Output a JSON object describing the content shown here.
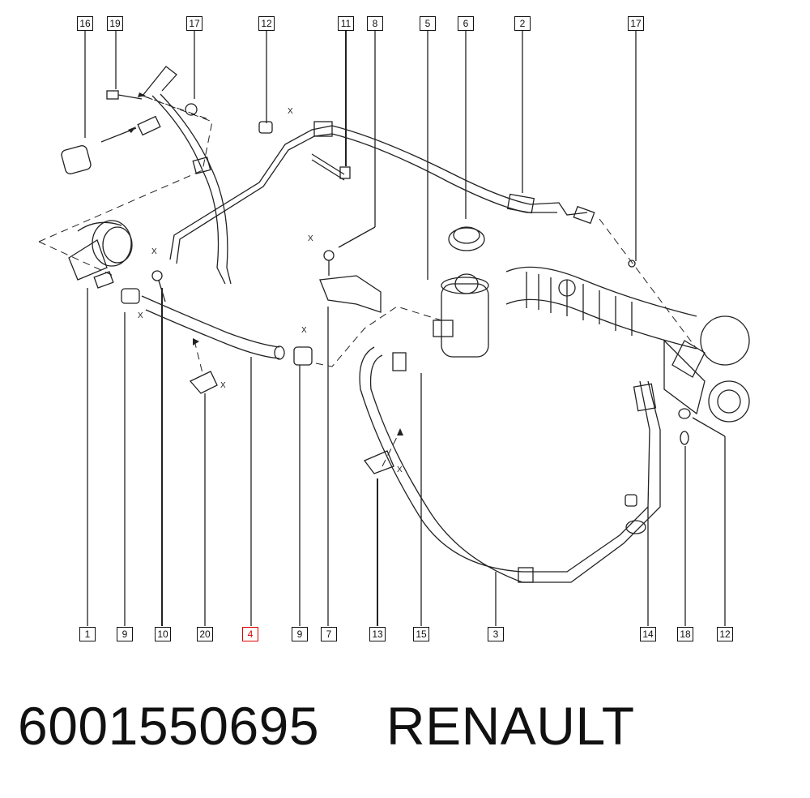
{
  "top_callouts": [
    "16",
    "19",
    "17",
    "12",
    "11",
    "8",
    "5",
    "6",
    "2",
    "17"
  ],
  "bottom_callouts": [
    "1",
    "9",
    "10",
    "20",
    "4",
    "9",
    "7",
    "13",
    "15",
    "3",
    "14",
    "18",
    "12"
  ],
  "highlighted_callout": "4",
  "x_marker": "X",
  "footer": {
    "part_number": "6001550695",
    "brand": "RENAULT"
  },
  "colors": {
    "line": "#222222",
    "highlight": "#dd0000",
    "background": "#ffffff"
  }
}
